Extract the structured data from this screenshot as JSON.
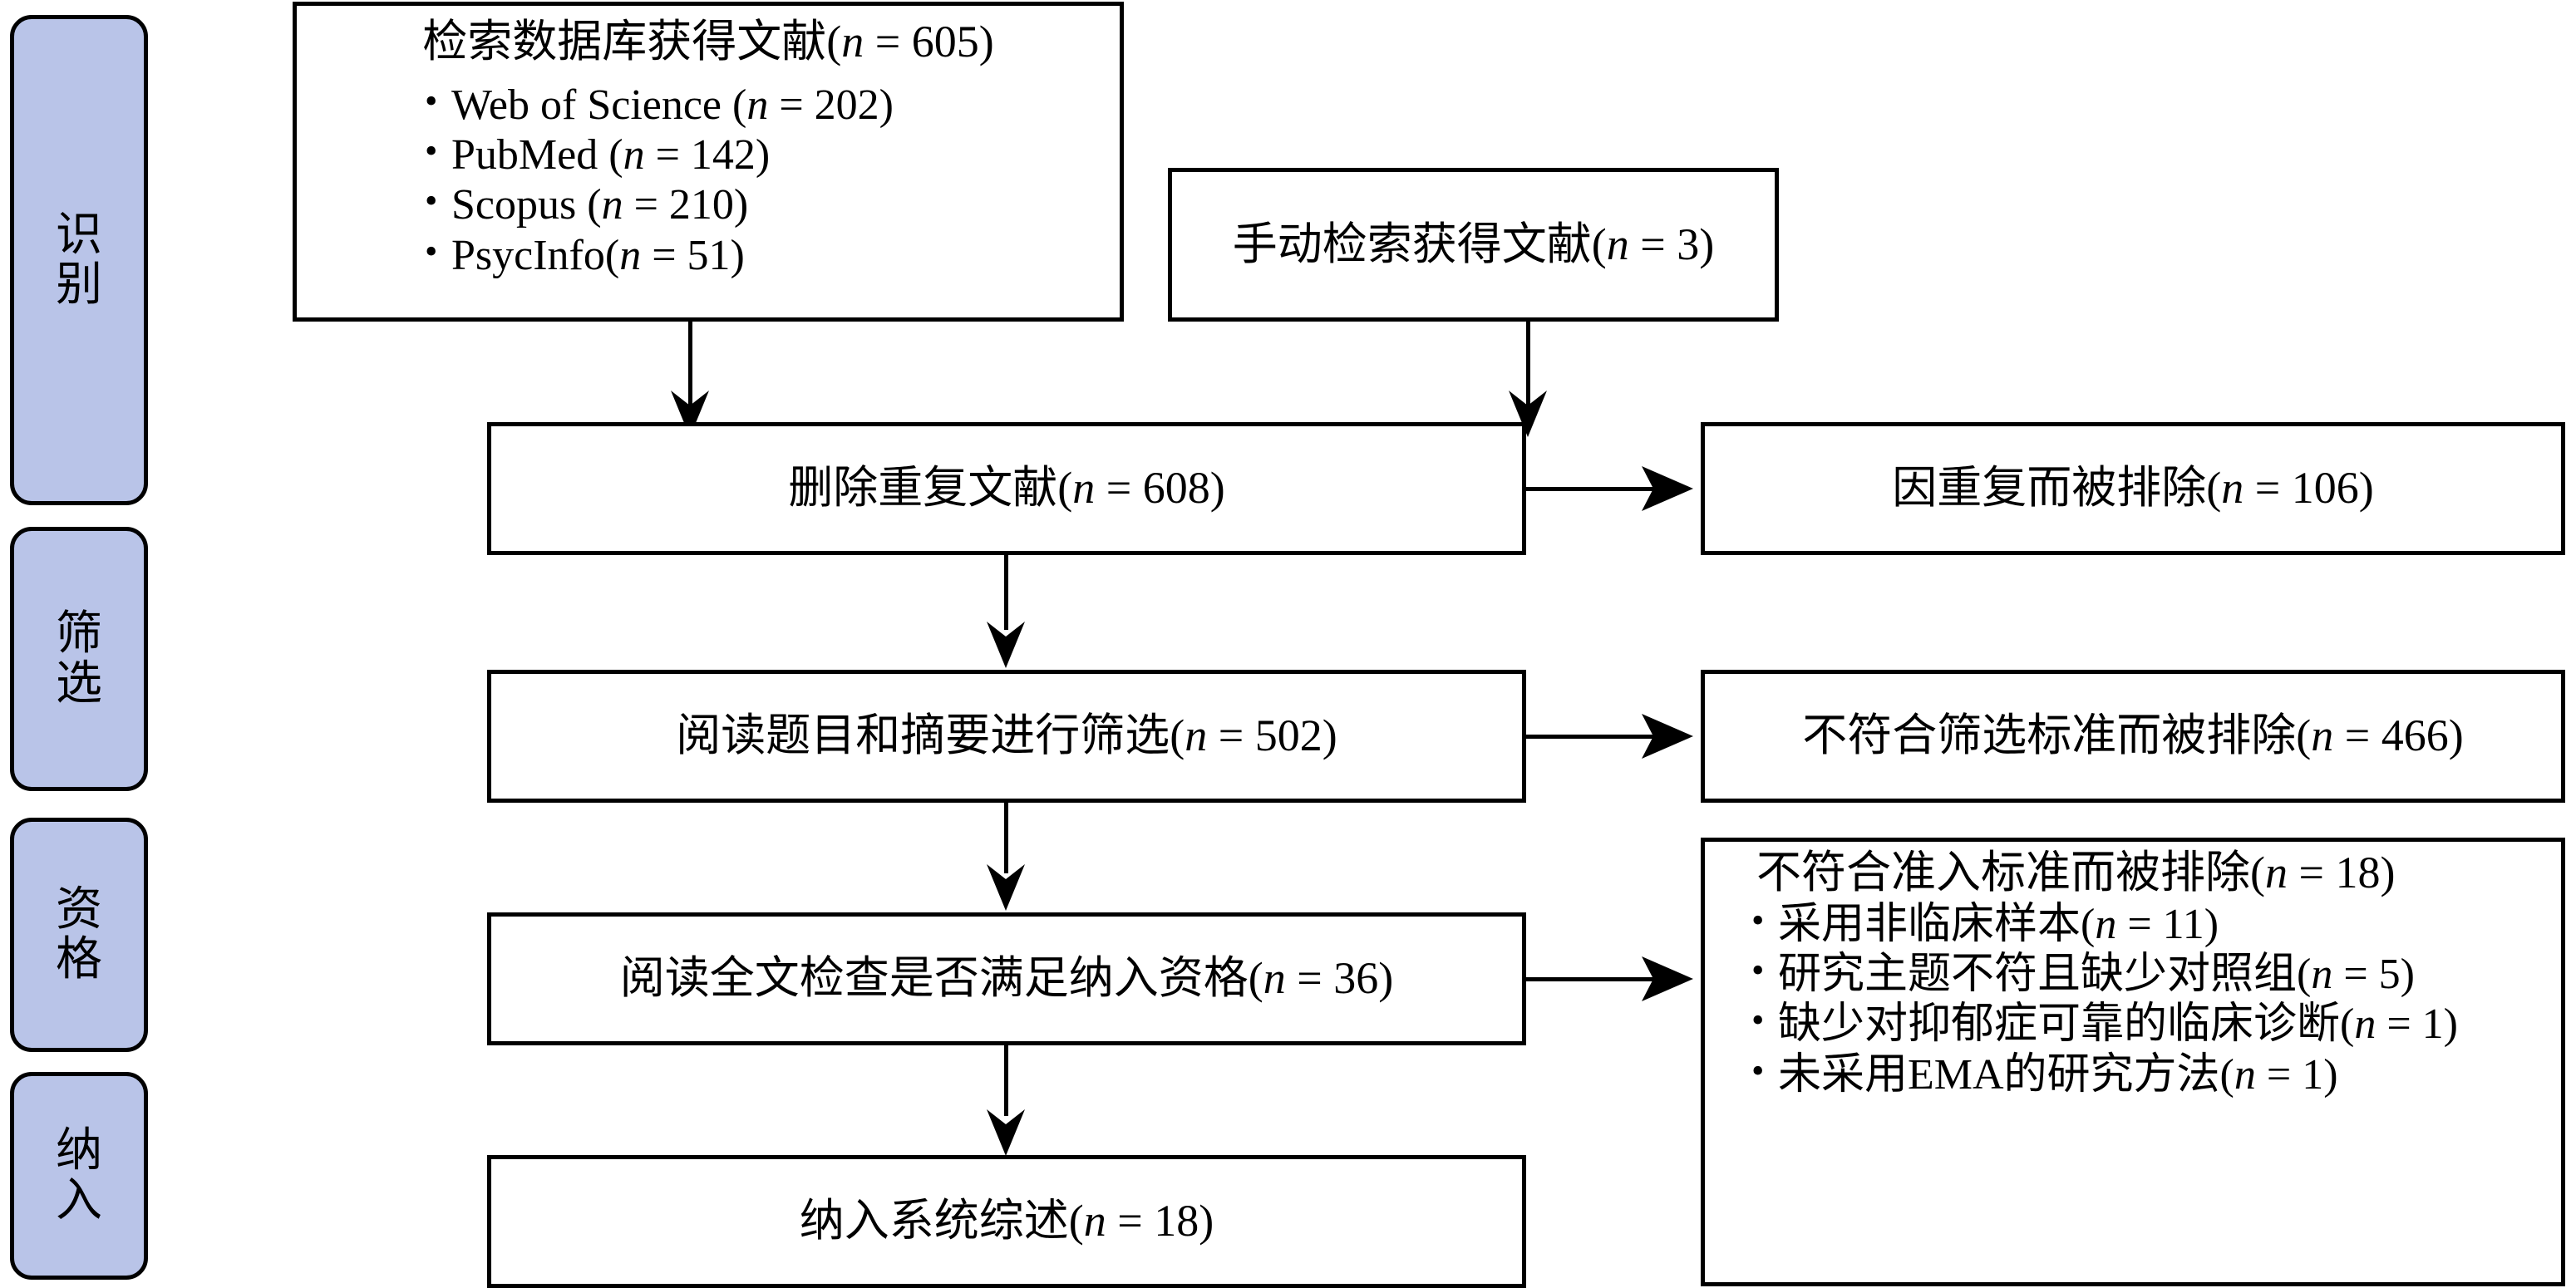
{
  "diagram": {
    "type": "prisma-flow-diagram",
    "title": "PRISMA Flow Diagram",
    "colors": {
      "stage_fill": "#b9c4e8",
      "stroke": "#000000",
      "box_fill": "#ffffff",
      "background": "#ffffff"
    }
  },
  "stages": [
    {
      "id": "identification",
      "label": "识别"
    },
    {
      "id": "screening",
      "label": "筛选"
    },
    {
      "id": "eligibility",
      "label": "资格"
    },
    {
      "id": "included",
      "label": "纳入"
    }
  ],
  "nodes": {
    "database_search": {
      "title_text": "检索数据库获得文献(",
      "title_n": "n",
      "title_eq": " = 605)",
      "items": [
        {
          "text": "Web of Science (",
          "n": "n",
          "eq": " = 202)"
        },
        {
          "text": "PubMed (",
          "n": "n",
          "eq": " = 142)"
        },
        {
          "text": "Scopus (",
          "n": "n",
          "eq": " = 210)"
        },
        {
          "text": "PsycInfo(",
          "n": "n",
          "eq": " = 51)"
        }
      ]
    },
    "manual_search": {
      "text": "手动检索获得文献(",
      "n": "n",
      "eq": " = 3)"
    },
    "duplicates_removed": {
      "text": "删除重复文献(",
      "n": "n",
      "eq": " = 608)"
    },
    "excluded_duplicates": {
      "text": "因重复而被排除(",
      "n": "n",
      "eq": " = 106)"
    },
    "title_abstract_screen": {
      "text": "阅读题目和摘要进行筛选(",
      "n": "n",
      "eq": " = 502)"
    },
    "excluded_screening": {
      "text": "不符合筛选标准而被排除(",
      "n": "n",
      "eq": " = 466)"
    },
    "fulltext_eligibility": {
      "text": "阅读全文检查是否满足纳入资格(",
      "n": "n",
      "eq": " = 36)"
    },
    "excluded_eligibility": {
      "title_text": "不符合准入标准而被排除(",
      "title_n": "n",
      "title_eq": " = 18)",
      "items": [
        {
          "text": "采用非临床样本(",
          "n": "n",
          "eq": " = 11)"
        },
        {
          "text": "研究主题不符且缺少对照组(",
          "n": "n",
          "eq": " = 5)"
        },
        {
          "text": "缺少对抑郁症可靠的临床诊断(",
          "n": "n",
          "eq": " = 1)"
        },
        {
          "text": "未采用EMA的研究方法(",
          "n": "n",
          "eq": " = 1)"
        }
      ]
    },
    "included_review": {
      "text": "纳入系统综述(",
      "n": "n",
      "eq": " = 18)"
    }
  },
  "chart_data": {
    "type": "flowchart",
    "title": "PRISMA 文献筛选流程图",
    "stages": [
      "识别",
      "筛选",
      "资格",
      "纳入"
    ],
    "counts": {
      "database_search_total": 605,
      "web_of_science": 202,
      "pubmed": 142,
      "scopus": 210,
      "psycinfo": 51,
      "manual_search": 3,
      "after_duplicates_removed": 608,
      "excluded_duplicates": 106,
      "title_abstract_screened": 502,
      "excluded_screening": 466,
      "fulltext_assessed": 36,
      "excluded_eligibility_total": 18,
      "excluded_non_clinical_sample": 11,
      "excluded_topic_mismatch_no_control": 5,
      "excluded_no_reliable_diagnosis": 1,
      "excluded_no_ema_method": 1,
      "included_in_review": 18
    }
  }
}
